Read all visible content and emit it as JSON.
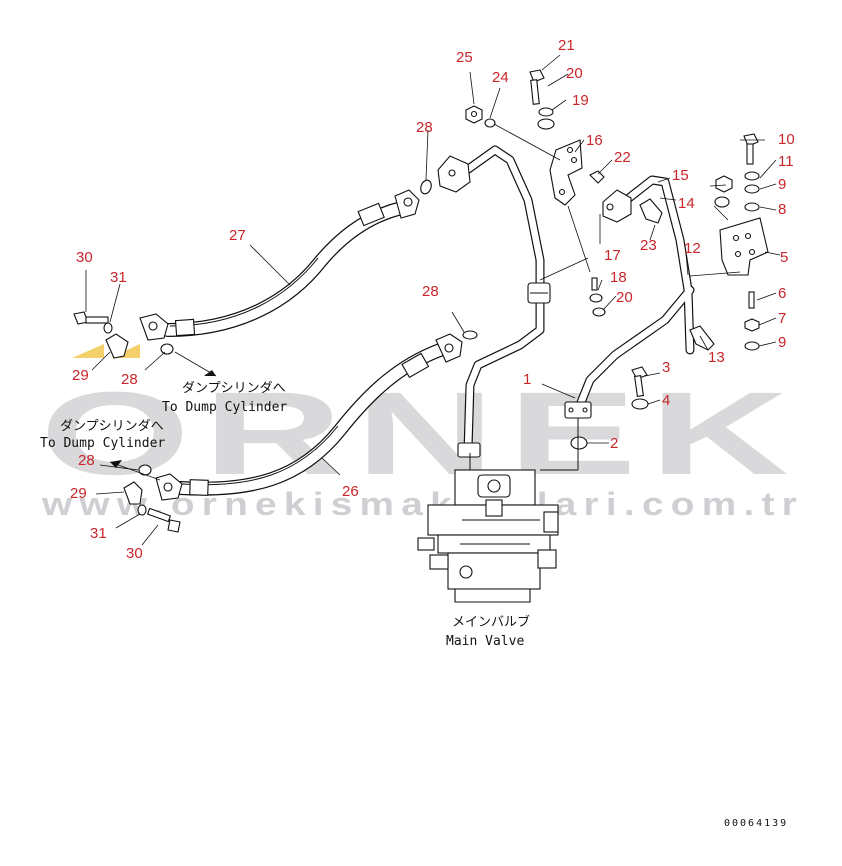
{
  "watermark": {
    "brand": "ORNEK",
    "url": "www.ornekismakinalari.com.tr",
    "accent_color": "#f4d06b"
  },
  "colors": {
    "callout": "#c8262b",
    "line": "#111111",
    "watermark": "#d9d9dc"
  },
  "callouts": {
    "n1": "1",
    "n2": "2",
    "n3": "3",
    "n4": "4",
    "n5": "5",
    "n6": "6",
    "n7": "7",
    "n8": "8",
    "n9a": "9",
    "n9b": "9",
    "n10": "10",
    "n11": "11",
    "n12": "12",
    "n13": "13",
    "n14": "14",
    "n15": "15",
    "n16": "16",
    "n17": "17",
    "n18": "18",
    "n19": "19",
    "n20a": "20",
    "n20b": "20",
    "n21": "21",
    "n22": "22",
    "n23": "23",
    "n24": "24",
    "n25": "25",
    "n26": "26",
    "n27": "27",
    "n28a": "28",
    "n28b": "28",
    "n28c": "28",
    "n28d": "28",
    "n29a": "29",
    "n29b": "29",
    "n30a": "30",
    "n30b": "30",
    "n31a": "31",
    "n31b": "31"
  },
  "captions": {
    "dump_cylinder_jp_1": "ダンプシリンダへ",
    "dump_cylinder_en_1": "To Dump Cylinder",
    "dump_cylinder_jp_2": "ダンプシリンダへ",
    "dump_cylinder_en_2": "To Dump Cylinder",
    "main_valve_jp": "メインバルブ",
    "main_valve_en": "Main Valve"
  },
  "document_number": "00064139"
}
